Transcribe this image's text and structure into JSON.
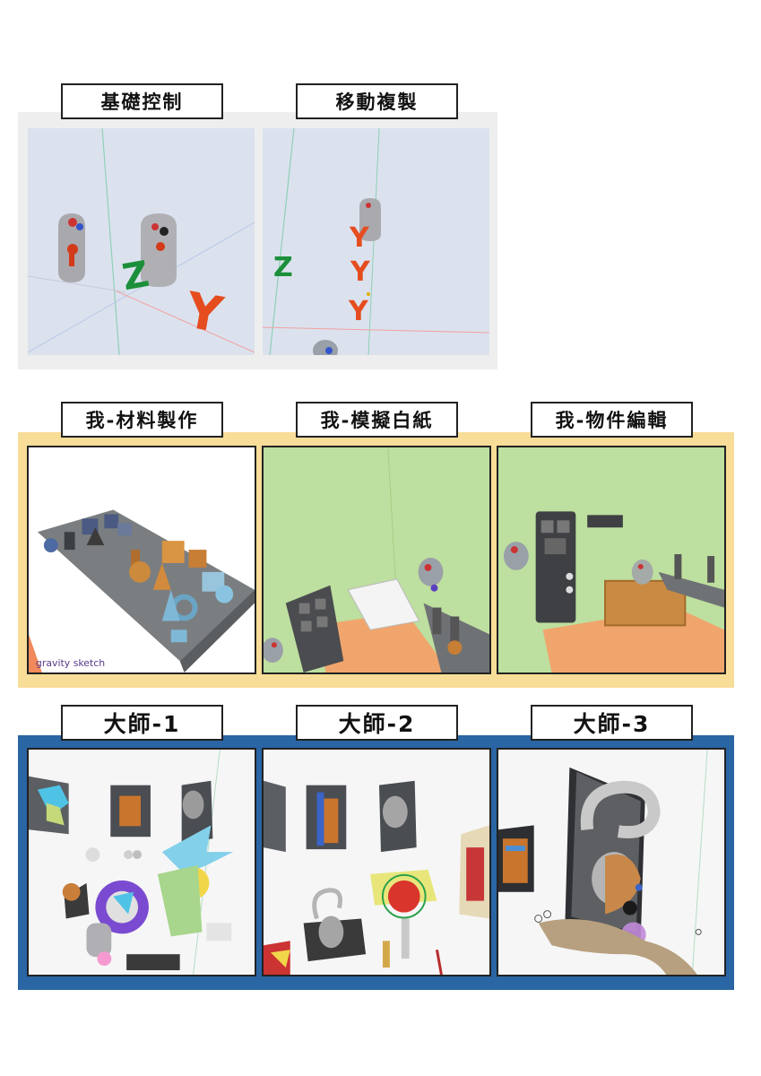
{
  "colors": {
    "row1_band": "#eeeeee",
    "row2_band": "#f8dd98",
    "row3_band": "#2a65a4",
    "label_border": "#222222"
  },
  "row1": {
    "labels": [
      "基礎控制",
      "移動複製"
    ],
    "panel_texts": {
      "axis_z": "Z",
      "axis_y": "Y"
    }
  },
  "row2": {
    "labels": [
      "我-材料製作",
      "我-模擬白紙",
      "我-物件編輯"
    ],
    "watermark": "gravity sketch"
  },
  "row3": {
    "labels": [
      "大師-1",
      "大師-2",
      "大師-3"
    ]
  }
}
